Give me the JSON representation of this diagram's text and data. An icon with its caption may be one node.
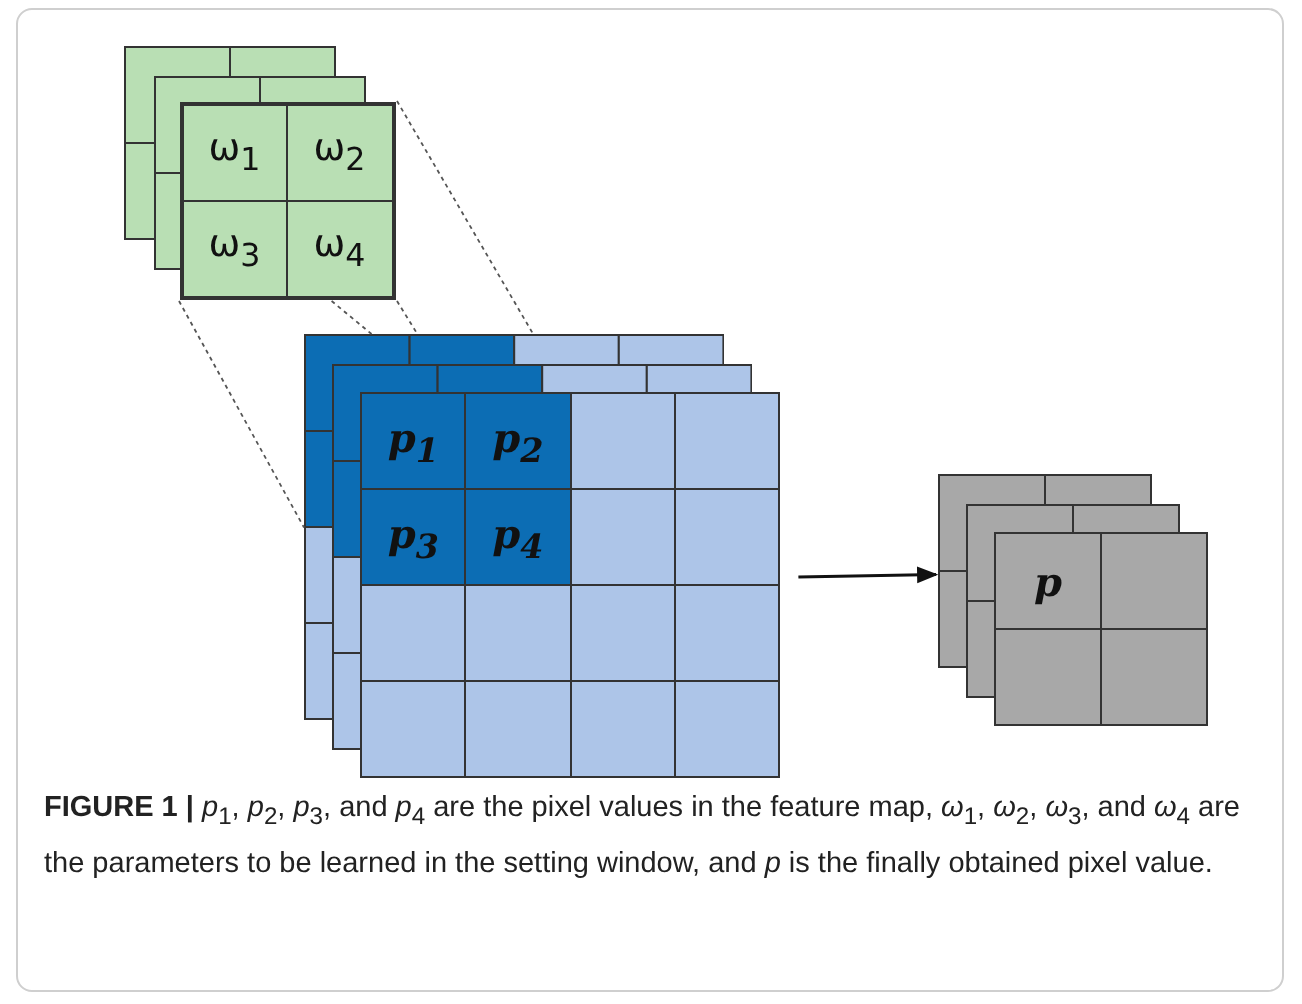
{
  "diagram": {
    "caption": "**FIGURE 1 |** *p*$_{1}$, *p*$_{2}$, *p*$_{3}$, and *p*$_{4}$ are the pixel values in the feature map, *ω*$_{1}$, *ω*$_{2}$, *ω*$_{3}$, and *ω*$_{4}$ are the parameters to be learned in the setting window, and *p* is the finally obtained pixel value.",
    "nodes": [
      {
        "text": [],
        "shape": "box"
      },
      {
        "text": [
          "ω$_{1}$"
        ],
        "in": 0
      },
      {
        "text": [
          "ω$_{2}$"
        ],
        "in": 0
      },
      {
        "text": [
          "ω$_{3}$"
        ],
        "in": 0
      },
      {
        "text": [
          "ω$_{4}$"
        ],
        "in": 0
      },
      {
        "text": [],
        "shape": "box"
      },
      {
        "text": [
          "p$_{1}$"
        ],
        "in": 5
      },
      {
        "text": [
          "p$_{2}$"
        ],
        "in": 5
      },
      {
        "text": [
          "p$_{3}$"
        ],
        "in": 5
      },
      {
        "text": [
          "p$_{4}$"
        ],
        "in": 5
      },
      {
        "text": [],
        "shape": "box"
      },
      {
        "text": [
          "p"
        ],
        "in": 10
      }
    ],
    "edges": [
      {
        "from": 0,
        "to": 5,
        "arrow": "none",
        "style": "dashed"
      },
      {
        "from": 0,
        "to": 5,
        "arrow": "none",
        "style": "dashed"
      },
      {
        "from": 0,
        "to": 5,
        "arrow": "none",
        "style": "dashed"
      },
      {
        "from": 0,
        "to": 5,
        "arrow": "none",
        "style": "dashed"
      },
      {
        "from": 5,
        "to": 10,
        "arrow": "to"
      }
    ]
  }
}
